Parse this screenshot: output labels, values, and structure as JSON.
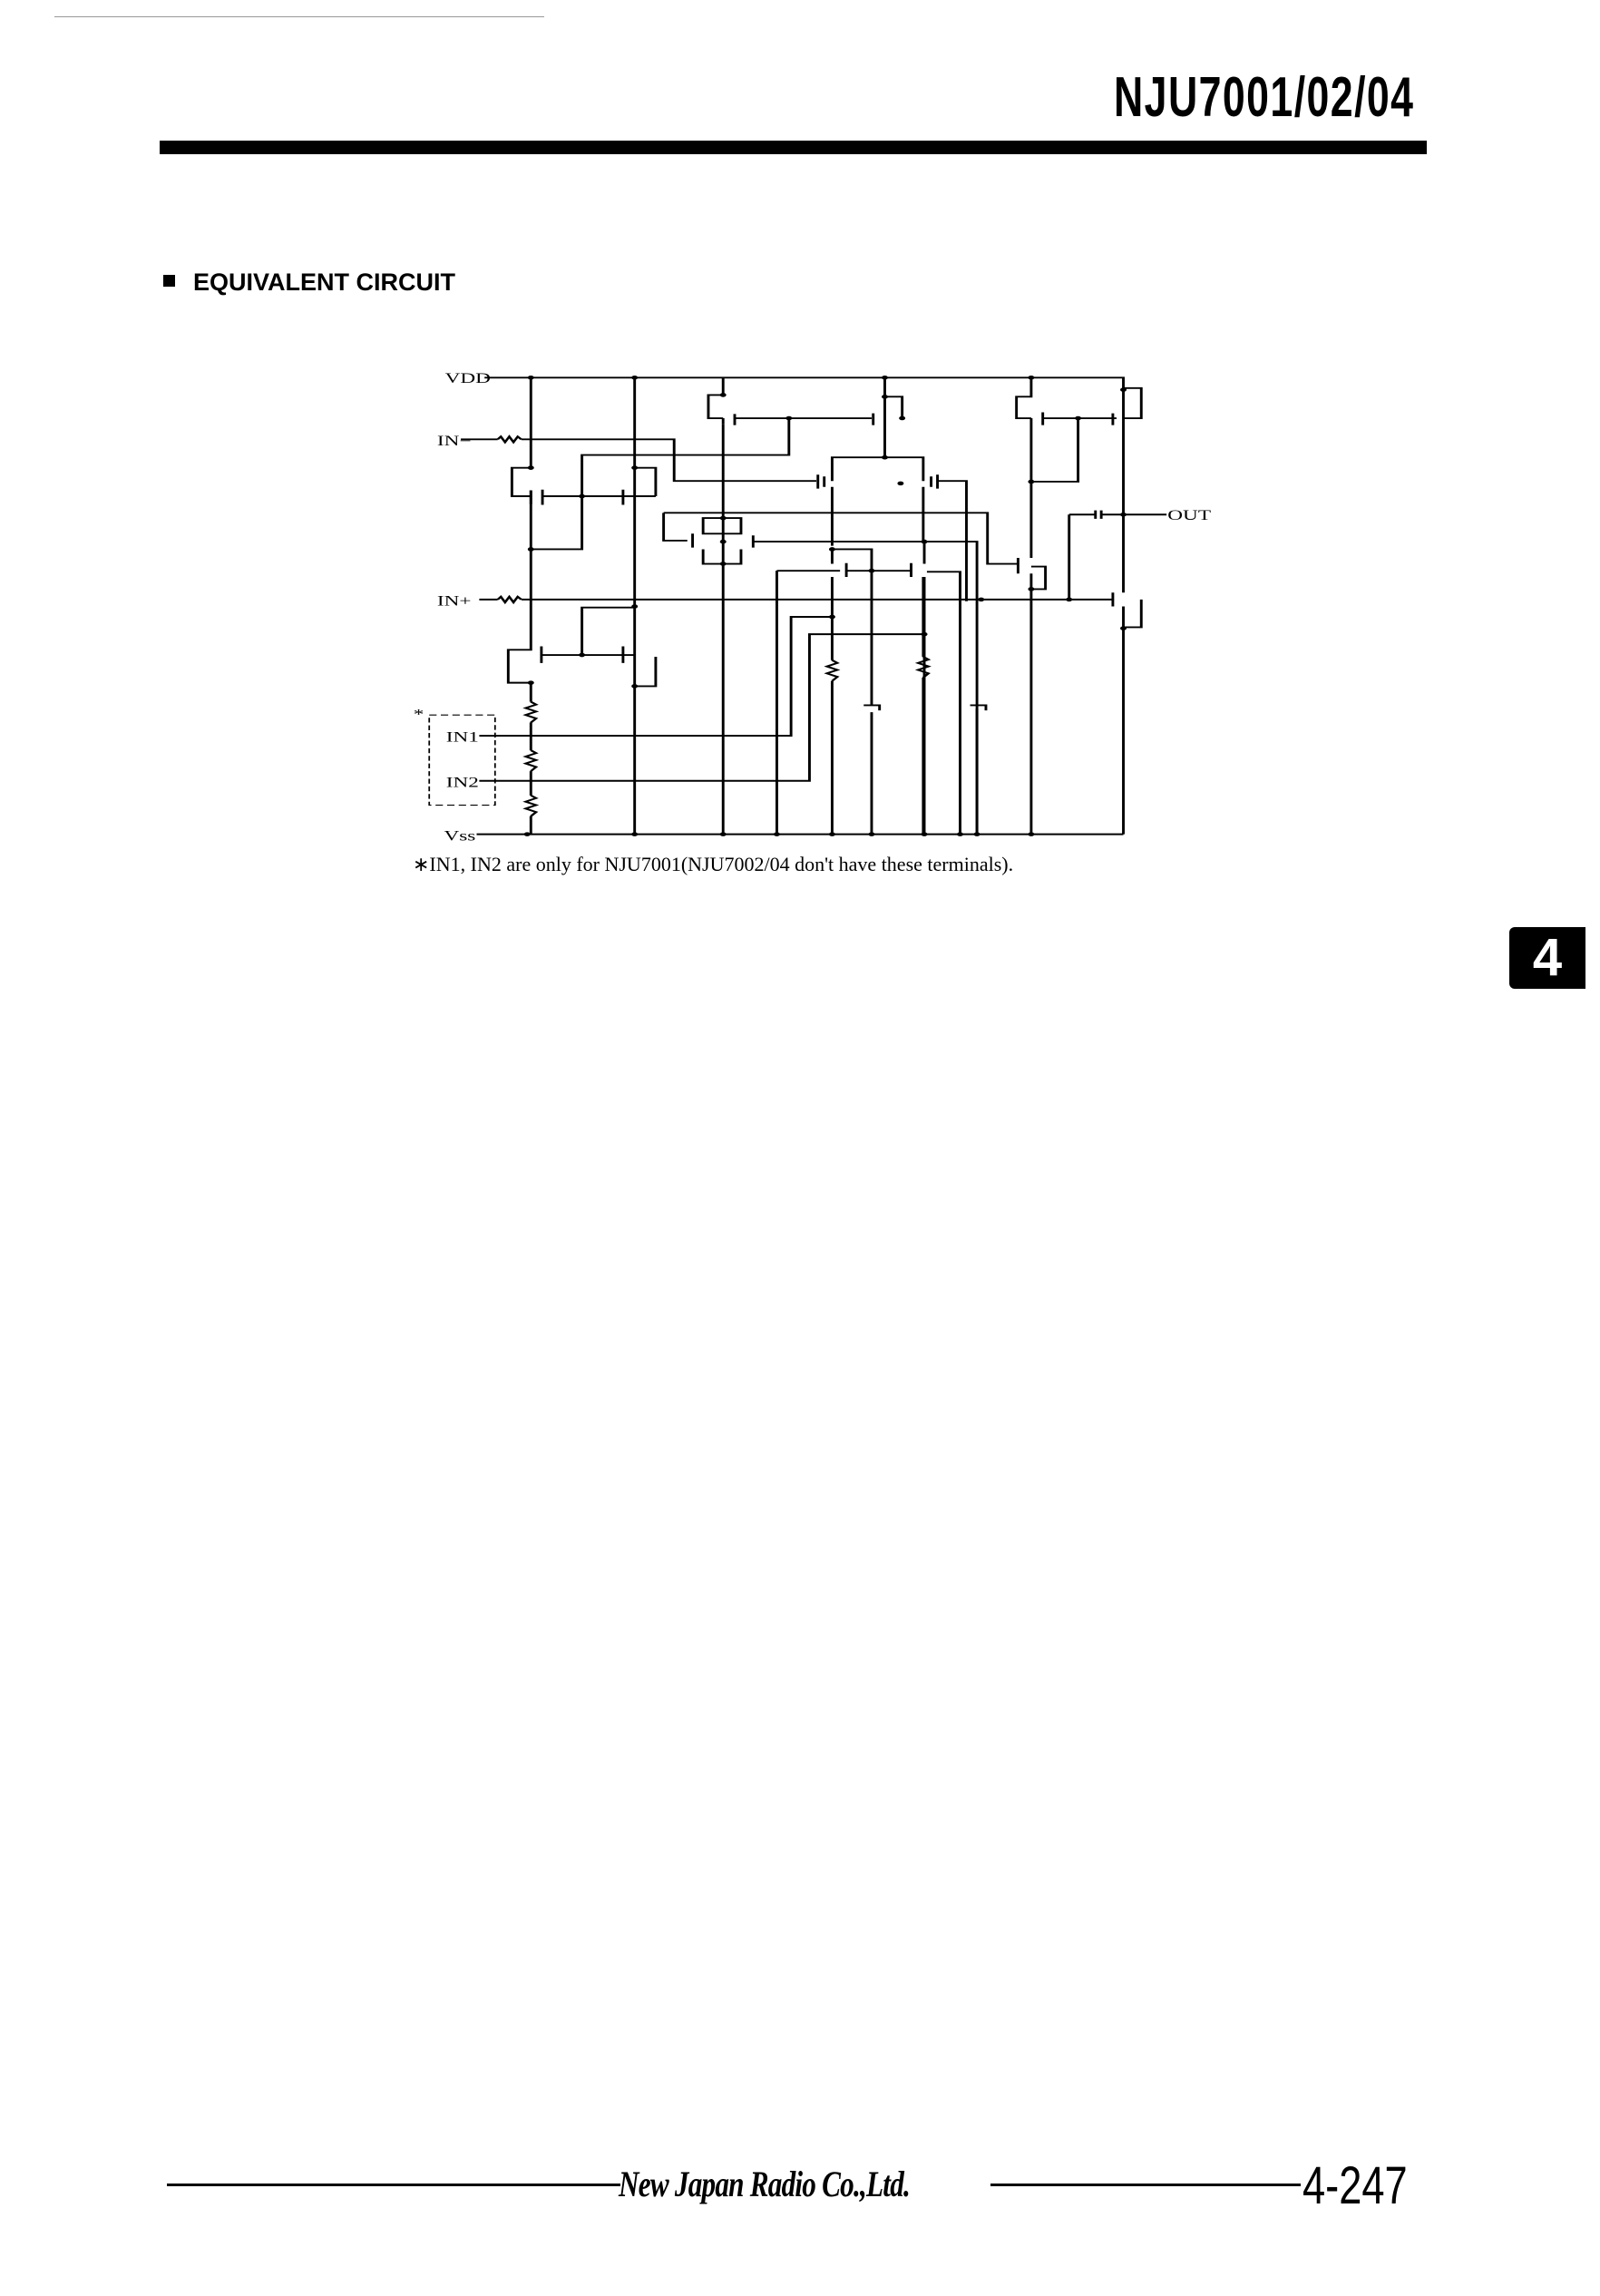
{
  "header": {
    "title": "NJU7001/02/04"
  },
  "section": {
    "heading": "EQUIVALENT CIRCUIT"
  },
  "circuit": {
    "labels": {
      "vdd": "VDD",
      "vss": "Vss",
      "in_minus": "IN−",
      "in_plus": "IN+",
      "out": "OUT",
      "in1": "IN1",
      "in2": "IN2",
      "asterisk": "*"
    }
  },
  "footnote": "∗IN1, IN2 are only for NJU7001(NJU7002/04 don't have these terminals).",
  "chapter_tab": "4",
  "footer": {
    "company": "New Japan Radio Co.,Ltd.",
    "page_number": "4-247"
  }
}
